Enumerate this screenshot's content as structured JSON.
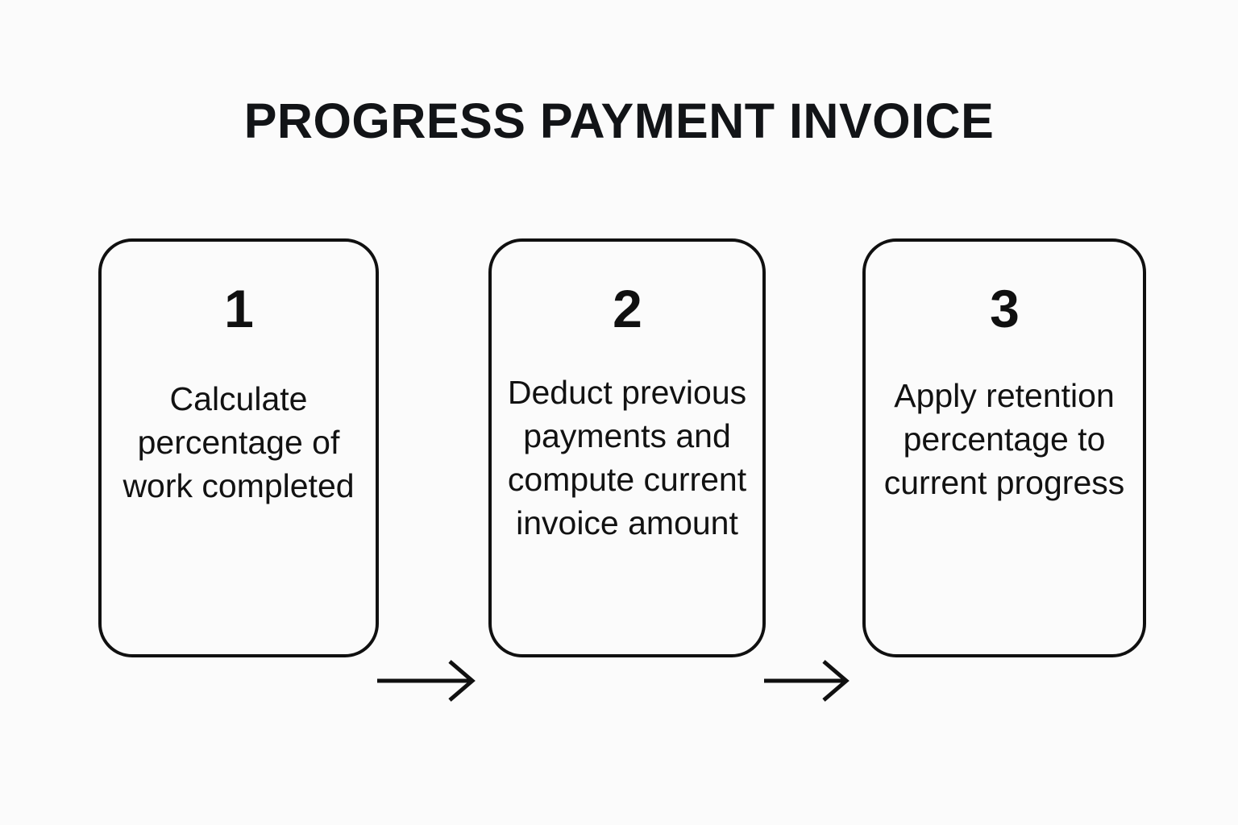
{
  "page": {
    "title": "PROGRESS PAYMENT INVOICE",
    "background_color": "#fbfbfb",
    "ink_color": "#101010"
  },
  "diagram": {
    "type": "horizontal-process-flow",
    "step_count": 3,
    "steps": [
      {
        "number": "1",
        "text": "Calculate percentage of work completed"
      },
      {
        "number": "2",
        "text": "Deduct previous payments and compute current invoice amount"
      },
      {
        "number": "3",
        "text": "Apply retention percentage to current progress"
      }
    ],
    "connectors": [
      {
        "from": "1",
        "to": "2",
        "icon": "arrow-right-icon"
      },
      {
        "from": "2",
        "to": "3",
        "icon": "arrow-right-icon"
      }
    ]
  }
}
